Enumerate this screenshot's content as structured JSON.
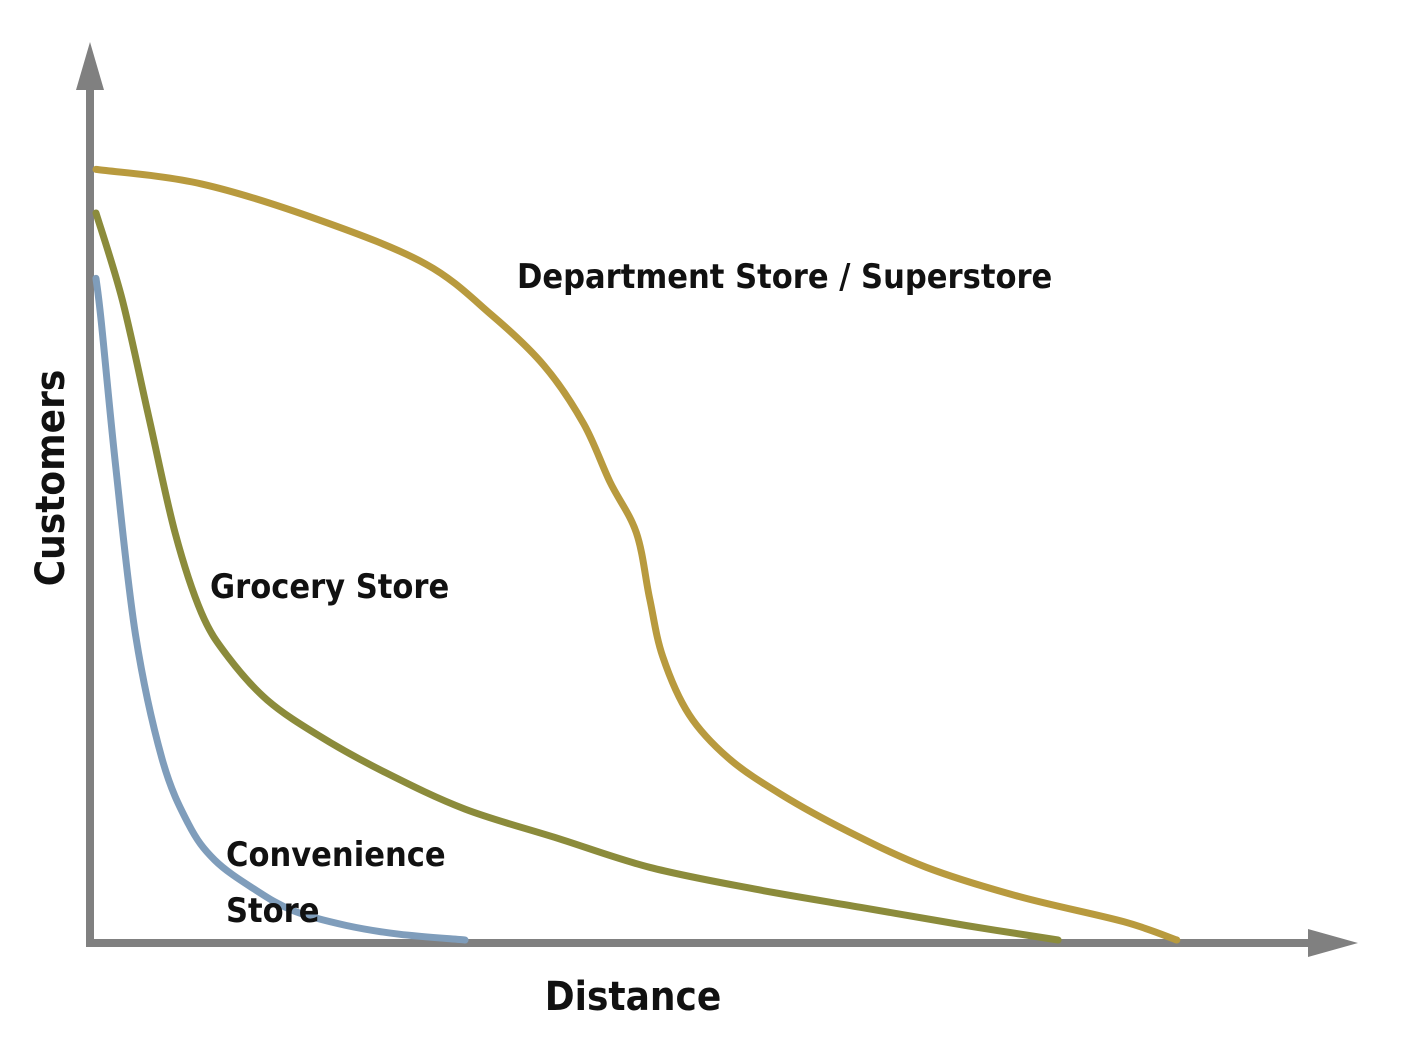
{
  "chart_data": {
    "type": "line",
    "title": "",
    "xlabel": "Distance",
    "ylabel": "Customers",
    "grid": false,
    "legend": "none",
    "colors": {
      "axis": "#808080",
      "convenience": "#7f9dbb",
      "grocery": "#8b8b3b",
      "department": "#b89a3e"
    },
    "series": [
      {
        "name": "Convenience Store",
        "label_lines": [
          "Convenience",
          "Store"
        ],
        "color": "#7f9dbb",
        "x": [
          0.0,
          0.004,
          0.015,
          0.03,
          0.05,
          0.07,
          0.09,
          0.12,
          0.15,
          0.19,
          0.23,
          0.28
        ],
        "y": [
          0.91,
          0.85,
          0.65,
          0.42,
          0.25,
          0.16,
          0.11,
          0.07,
          0.04,
          0.02,
          0.008,
          0.0
        ]
      },
      {
        "name": "Grocery Store",
        "label_lines": [
          "Grocery Store"
        ],
        "color": "#8b8b3b",
        "x": [
          0.0,
          0.02,
          0.04,
          0.06,
          0.08,
          0.1,
          0.13,
          0.17,
          0.22,
          0.28,
          0.35,
          0.42,
          0.5,
          0.58,
          0.66,
          0.73
        ],
        "y": [
          1.0,
          0.88,
          0.72,
          0.56,
          0.45,
          0.39,
          0.33,
          0.28,
          0.23,
          0.18,
          0.14,
          0.1,
          0.07,
          0.045,
          0.02,
          0.0
        ]
      },
      {
        "name": "Department Store / Superstore",
        "label_lines": [
          "Department Store / Superstore"
        ],
        "color": "#b89a3e",
        "x": [
          0.0,
          0.08,
          0.17,
          0.25,
          0.3,
          0.34,
          0.37,
          0.39,
          0.41,
          0.42,
          0.43,
          0.45,
          0.48,
          0.52,
          0.57,
          0.63,
          0.7,
          0.78,
          0.82
        ],
        "y": [
          1.06,
          1.04,
          0.99,
          0.93,
          0.86,
          0.79,
          0.71,
          0.63,
          0.56,
          0.47,
          0.39,
          0.31,
          0.25,
          0.2,
          0.15,
          0.1,
          0.06,
          0.025,
          0.0
        ]
      }
    ]
  }
}
